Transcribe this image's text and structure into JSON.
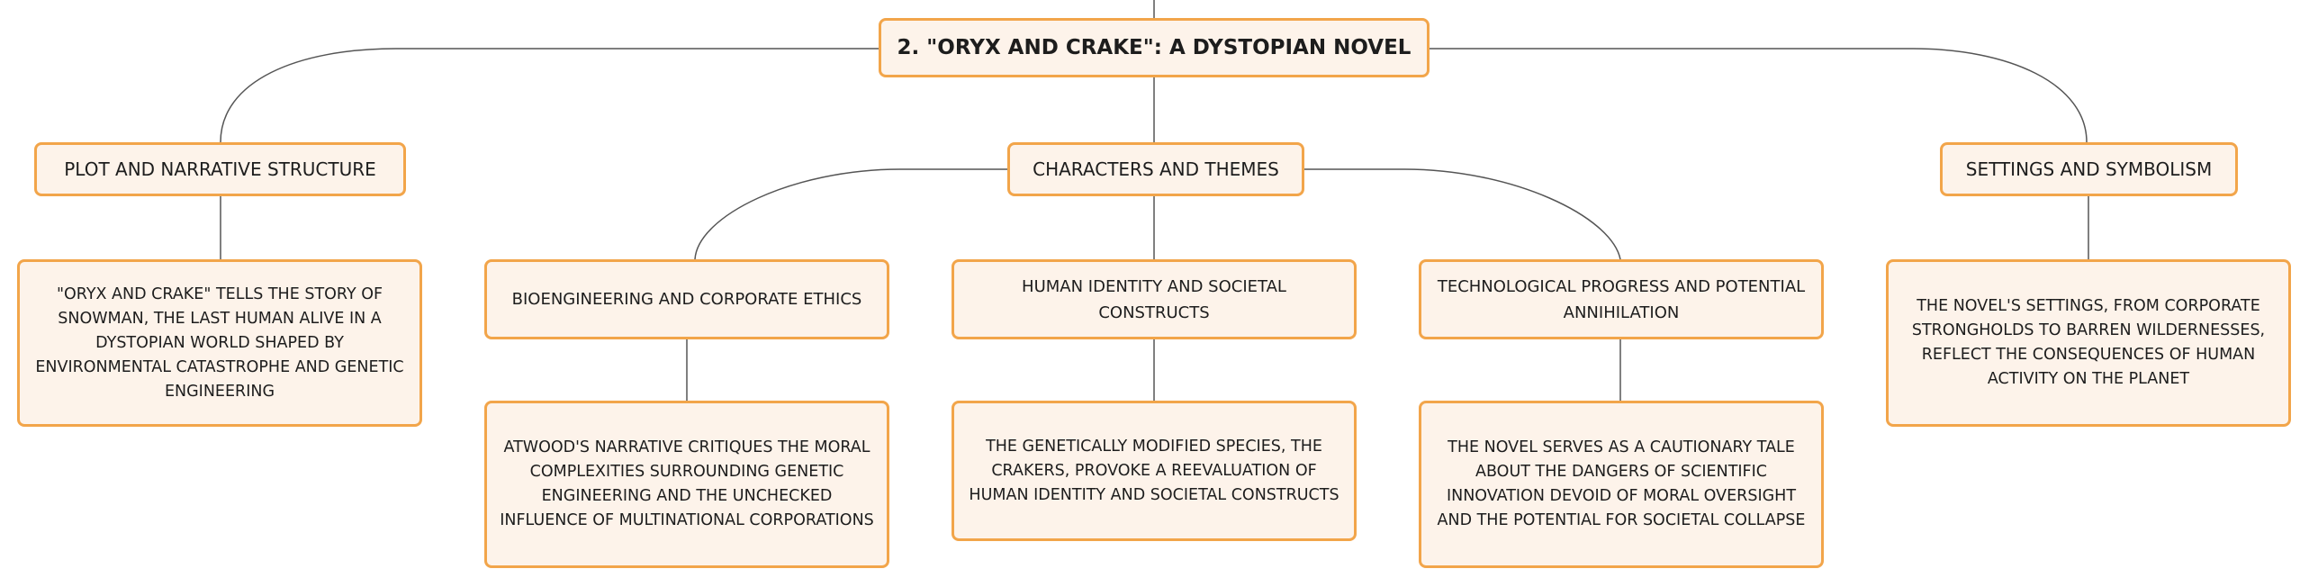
{
  "root": {
    "title": "2. \"ORYX AND CRAKE\": A DYSTOPIAN NOVEL"
  },
  "branches": [
    {
      "title": "PLOT AND NARRATIVE STRUCTURE",
      "leaf": "\"ORYX AND CRAKE\" TELLS THE STORY OF SNOWMAN, THE LAST HUMAN ALIVE IN A DYSTOPIAN WORLD SHAPED BY ENVIRONMENTAL CATASTROPHE AND GENETIC ENGINEERING"
    },
    {
      "title": "CHARACTERS AND THEMES",
      "subtopics": [
        {
          "title": "BIOENGINEERING AND CORPORATE ETHICS",
          "leaf": "ATWOOD'S NARRATIVE CRITIQUES THE MORAL COMPLEXITIES SURROUNDING GENETIC ENGINEERING AND THE UNCHECKED INFLUENCE OF MULTINATIONAL CORPORATIONS"
        },
        {
          "title": "HUMAN IDENTITY AND SOCIETAL CONSTRUCTS",
          "leaf": "THE GENETICALLY MODIFIED SPECIES, THE CRAKERS, PROVOKE A REEVALUATION OF HUMAN IDENTITY AND SOCIETAL CONSTRUCTS"
        },
        {
          "title": "TECHNOLOGICAL PROGRESS AND POTENTIAL ANNIHILATION",
          "leaf": "THE NOVEL SERVES AS A CAUTIONARY TALE ABOUT THE DANGERS OF SCIENTIFIC INNOVATION DEVOID OF MORAL OVERSIGHT AND THE POTENTIAL FOR SOCIETAL COLLAPSE"
        }
      ]
    },
    {
      "title": "SETTINGS AND SYMBOLISM",
      "leaf": "THE NOVEL'S SETTINGS, FROM CORPORATE STRONGHOLDS TO BARREN WILDERNESSES, REFLECT THE CONSEQUENCES OF HUMAN ACTIVITY ON THE PLANET"
    }
  ],
  "colors": {
    "node_fill": "#fdf3ea",
    "node_border": "#f2a54a",
    "connector": "#555555"
  }
}
